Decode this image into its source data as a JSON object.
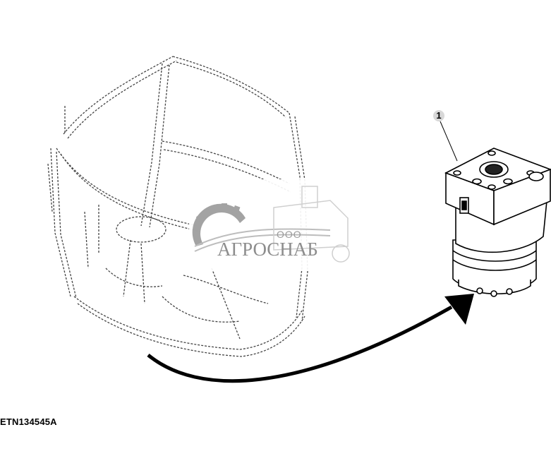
{
  "figure": {
    "id_label": "ETN134545A",
    "description": "Cab frame (dashed/hidden lines) with arrow pointing to steering control unit",
    "colors": {
      "line": "#000000",
      "hidden_line": "#555555",
      "background": "#ffffff",
      "watermark": "#8d8d8d"
    }
  },
  "callouts": [
    {
      "number": "1",
      "part": "steering-valve-unit"
    }
  ],
  "watermark": {
    "prefix": "ООО",
    "company": "АГРОСНАБ"
  }
}
